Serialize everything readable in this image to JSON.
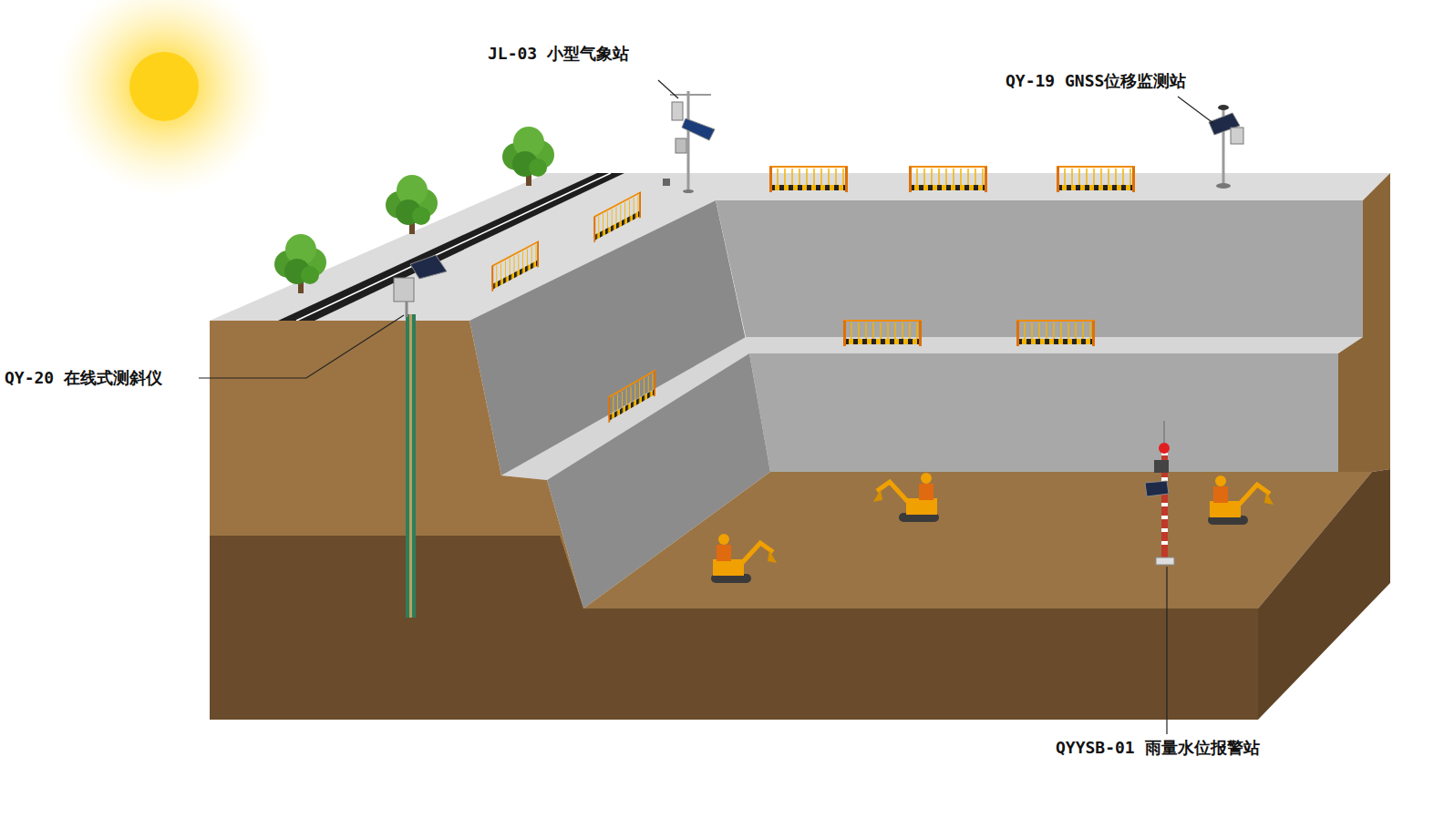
{
  "diagram": {
    "labels": [
      "JL-03 小型气象站",
      "QY-19 GNSS位移监测站",
      "QY-20 在线式测斜仪",
      "QYYSB-01 雨量水位报警站"
    ]
  }
}
